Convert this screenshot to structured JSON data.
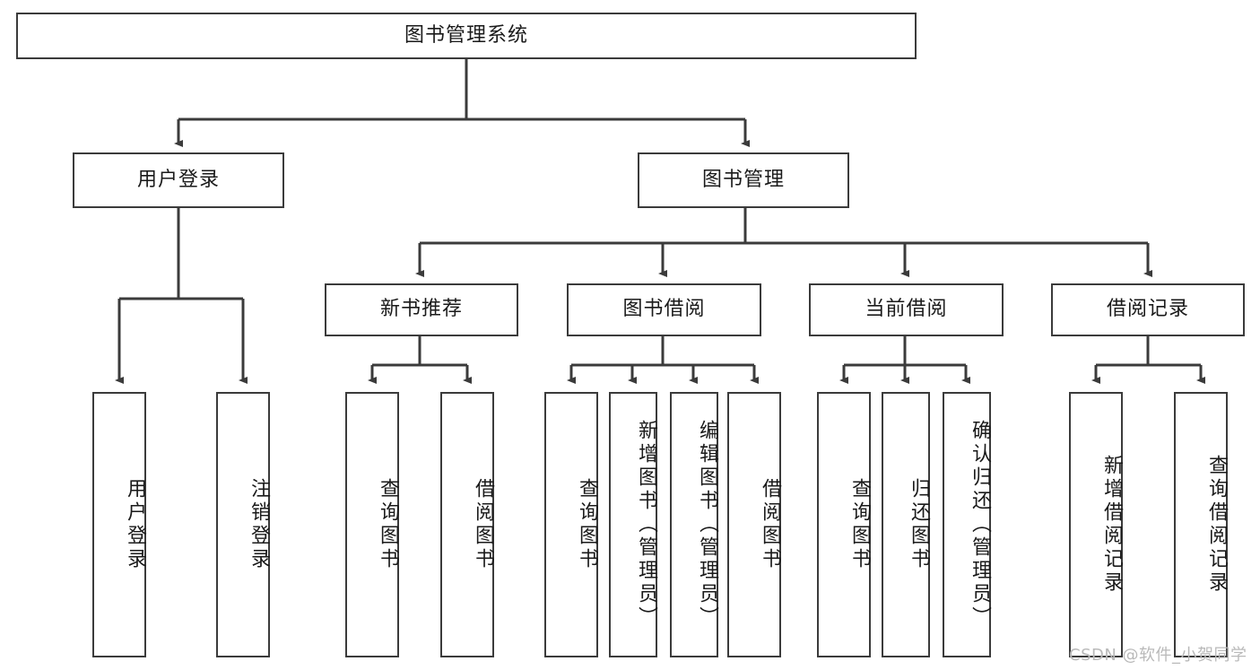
{
  "diagram": {
    "type": "tree-structure-chart",
    "title": "图书管理系统",
    "watermark": "CSDN @软件_小贺同学",
    "colors": {
      "box_border": "#3b3b3b",
      "box_fill": "#ffffff",
      "connector": "#3b3b3b",
      "text": "#1a1a1a",
      "watermark": "#b9b9b9",
      "background": "#ffffff"
    },
    "nodes": {
      "root": {
        "label": "图书管理系统"
      },
      "level2": [
        {
          "id": "user-login",
          "label": "用户登录"
        },
        {
          "id": "book-management",
          "label": "图书管理"
        }
      ],
      "level3": [
        {
          "id": "new-book-recommend",
          "label": "新书推荐"
        },
        {
          "id": "book-borrow",
          "label": "图书借阅"
        },
        {
          "id": "current-borrow",
          "label": "当前借阅"
        },
        {
          "id": "borrow-record",
          "label": "借阅记录"
        }
      ],
      "leaves": {
        "user-login": [
          {
            "id": "leaf-user-login",
            "label": "用户登录"
          },
          {
            "id": "leaf-user-logout",
            "label": "注销登录"
          }
        ],
        "new-book-recommend": [
          {
            "id": "leaf-query-book-1",
            "label": "查询图书"
          },
          {
            "id": "leaf-borrow-book-1",
            "label": "借阅图书"
          }
        ],
        "book-borrow": [
          {
            "id": "leaf-query-book-2",
            "label": "查询图书"
          },
          {
            "id": "leaf-add-book",
            "label": "新增图书（管理员）"
          },
          {
            "id": "leaf-edit-book",
            "label": "编辑图书（管理员）"
          },
          {
            "id": "leaf-borrow-book-2",
            "label": "借阅图书"
          }
        ],
        "current-borrow": [
          {
            "id": "leaf-query-book-3",
            "label": "查询图书"
          },
          {
            "id": "leaf-return-book",
            "label": "归还图书"
          },
          {
            "id": "leaf-confirm-return",
            "label": "确认归还（管理员）"
          }
        ],
        "borrow-record": [
          {
            "id": "leaf-add-record",
            "label": "新增借阅记录"
          },
          {
            "id": "leaf-query-record",
            "label": "查询借阅记录"
          }
        ]
      }
    }
  }
}
